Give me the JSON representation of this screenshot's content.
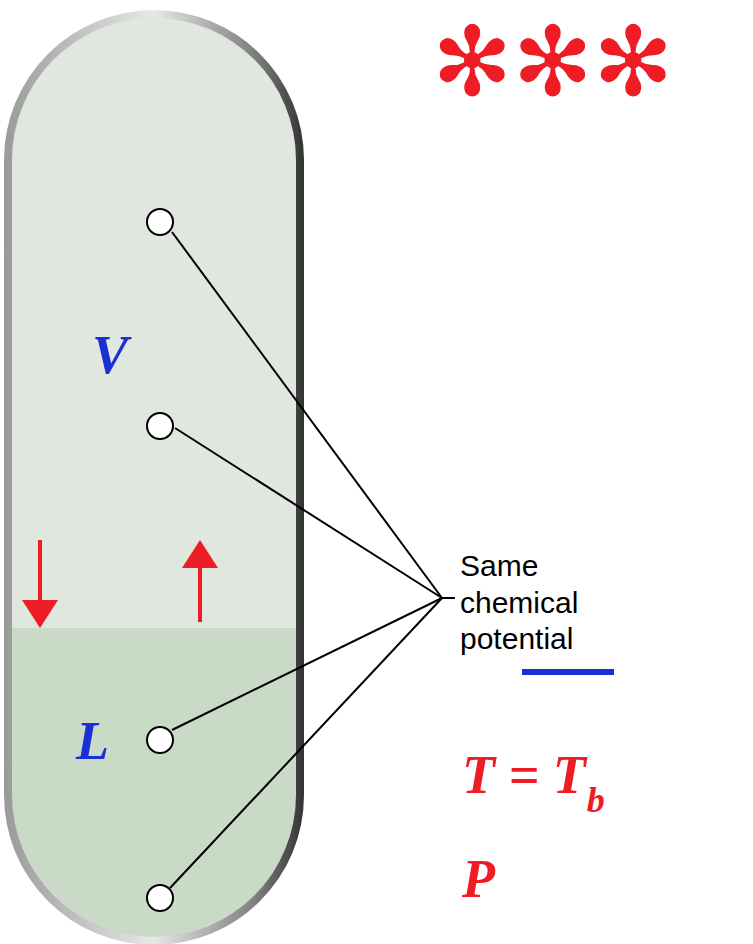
{
  "diagram": {
    "labels": [
      "✻✻✻",
      "V",
      "L",
      "Same chemical potential",
      "T = T",
      "b",
      "P"
    ]
  }
}
